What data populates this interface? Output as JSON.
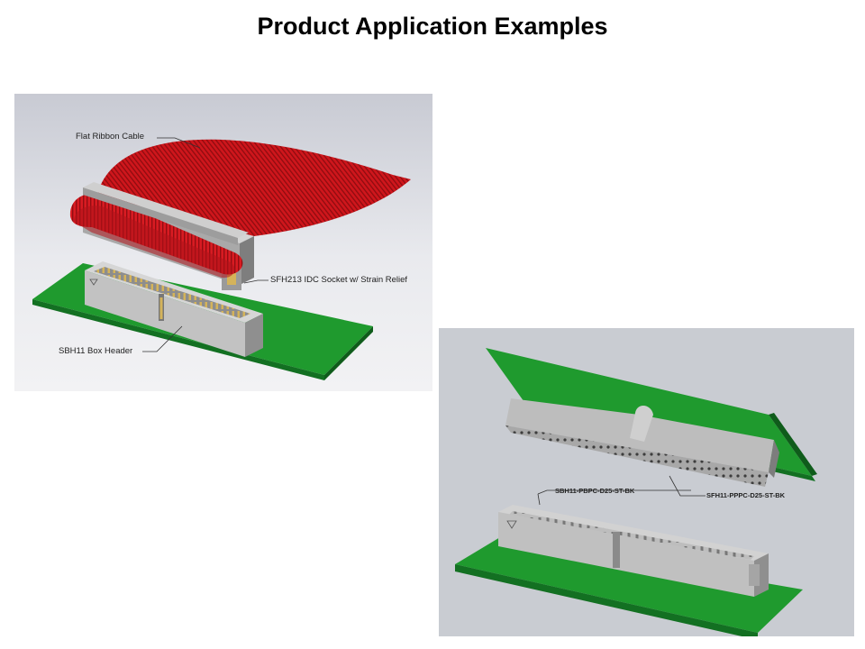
{
  "slide": {
    "title": "Product Application Examples"
  },
  "figure1": {
    "labels": {
      "cable": "Flat Ribbon Cable",
      "socket": "SFH213 IDC Socket w/ Strain Relief",
      "header": "SBH11 Box Header"
    },
    "colors": {
      "cable": "#c8141a",
      "board": "#1f9a2e",
      "housing": "#b9b9b9"
    }
  },
  "figure2": {
    "labels": {
      "header": "SBH11-PBPC-D25-ST-BK",
      "socket": "SFH11-PPPC-D25-ST-BK"
    },
    "colors": {
      "board": "#1f9a2e",
      "housing": "#b9b9b9",
      "background": "#c9ccd2"
    }
  }
}
